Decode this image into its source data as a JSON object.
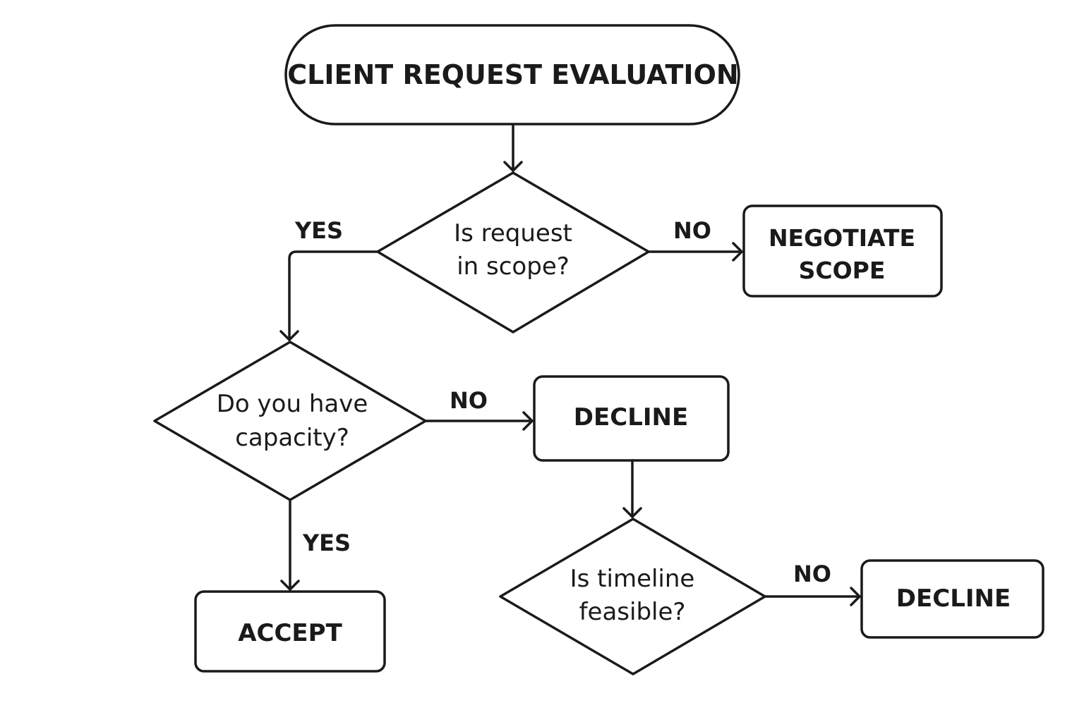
{
  "nodes": {
    "start": {
      "label": "CLIENT REQUEST EVALUATION"
    },
    "scope_decision": {
      "line1": "Is request",
      "line2": "in scope?"
    },
    "negotiate": {
      "line1": "NEGOTIATE",
      "line2": "SCOPE"
    },
    "capacity_decision": {
      "line1": "Do you have",
      "line2": "capacity?"
    },
    "decline_capacity": {
      "label": "DECLINE"
    },
    "accept": {
      "label": "ACCEPT"
    },
    "timeline_decision": {
      "line1": "Is timeline",
      "line2": "feasible?"
    },
    "decline_timeline": {
      "label": "DECLINE"
    }
  },
  "edges": {
    "scope_yes": {
      "label": "YES"
    },
    "scope_no": {
      "label": "NO"
    },
    "capacity_yes": {
      "label": "YES"
    },
    "capacity_no": {
      "label": "NO"
    },
    "timeline_no": {
      "label": "NO"
    }
  },
  "colors": {
    "stroke": "#1a1a1a",
    "background": "#ffffff"
  }
}
